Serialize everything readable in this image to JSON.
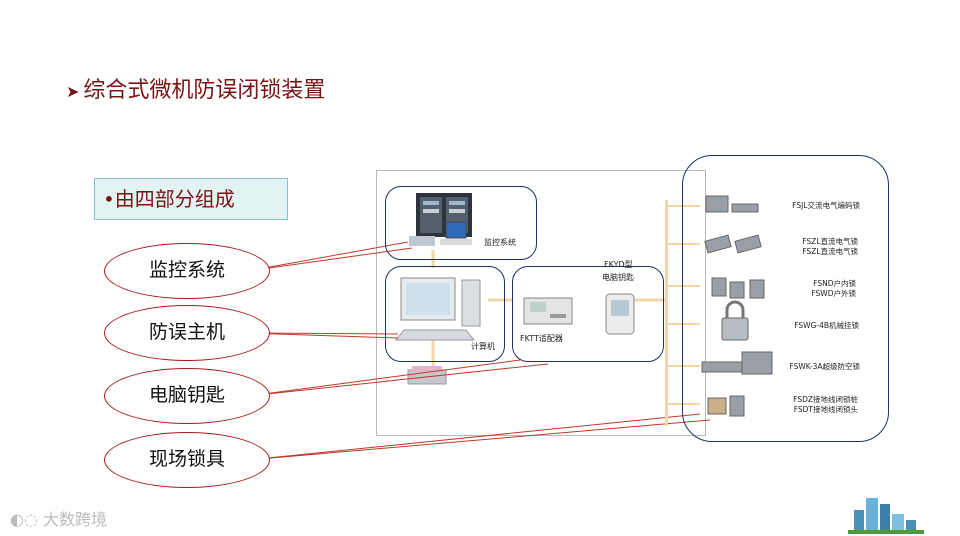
{
  "title": {
    "arrow": "➤",
    "text": "综合式微机防误闭锁装置"
  },
  "subtitle": "•由四部分组成",
  "components": [
    {
      "id": "monitor",
      "label": "监控系统"
    },
    {
      "id": "host",
      "label": "防误主机"
    },
    {
      "id": "key",
      "label": "电脑钥匙"
    },
    {
      "id": "lock",
      "label": "现场锁具"
    }
  ],
  "diagram": {
    "monitor_label": "监控系统",
    "computer_label": "计算机",
    "adapter_label": "FKTT适配器",
    "key_label_line1": "FKYD型",
    "key_label_line2": "电脑钥匙",
    "locks": [
      {
        "line1": "FSJL交流电气编码锁",
        "line2": ""
      },
      {
        "line1": "FSZL直流电气锁",
        "line2": "FSZL直流电气锁"
      },
      {
        "line1": "FSND户内锁",
        "line2": "FSWD户外锁"
      },
      {
        "line1": "FSWG-4B机械挂锁",
        "line2": ""
      },
      {
        "line1": "FSWK-3A超级防空锁",
        "line2": ""
      },
      {
        "line1": "FSDZ接地线闭锁桩",
        "line2": "FSDT接地线闭锁头"
      }
    ]
  },
  "watermark": "大数跨境",
  "colors": {
    "title": "#7a1414",
    "ellipse_border": "#a81818",
    "callout_line": "#c0392b",
    "rounded_box": "#1c3566",
    "subtitle_bg": "#e1f3f3"
  }
}
